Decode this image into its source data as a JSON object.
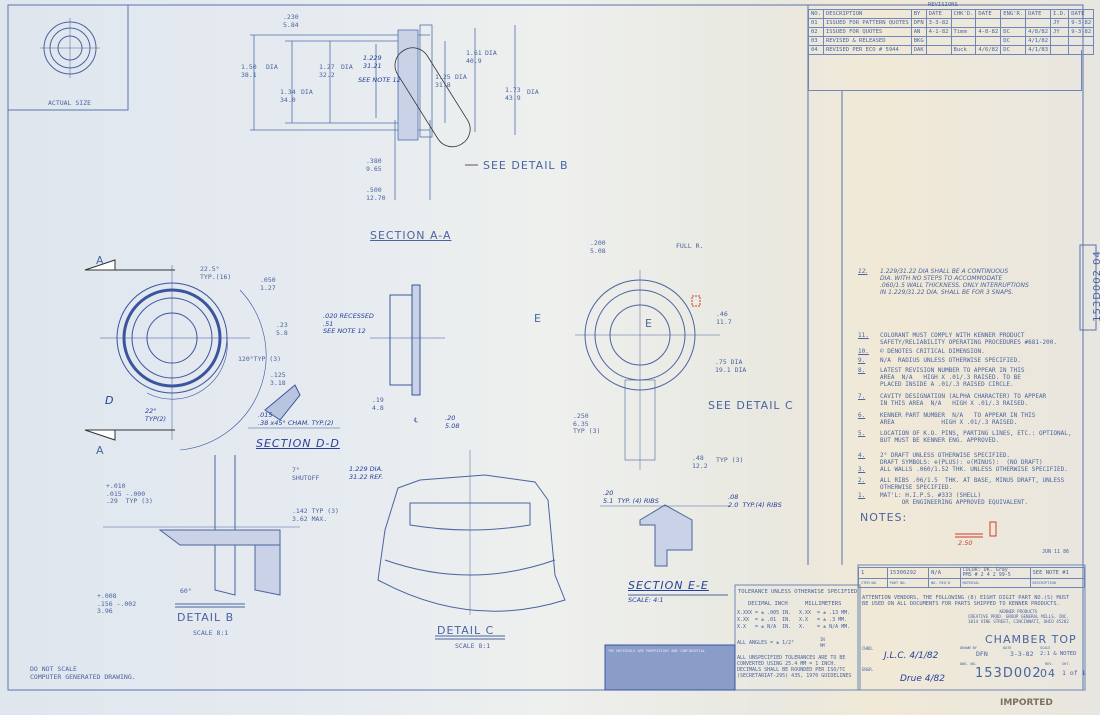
{
  "actual_size_label": "ACTUAL SIZE",
  "revisions": {
    "title": "REVISIONS",
    "headers": [
      "NO.",
      "DESCRIPTION",
      "BY",
      "DATE",
      "CHK'D.",
      "DATE",
      "ENG'R.",
      "DATE",
      "I.D.",
      "DATE"
    ],
    "rows": [
      [
        "01",
        "ISSUED FOR PATTERN QUOTES",
        "DFN",
        "3-3-82",
        "",
        "",
        "",
        "",
        "JY",
        "9-3-82"
      ],
      [
        "02",
        "ISSUED FOR QUOTES",
        "AN",
        "4-1-82",
        "Timm",
        "4-8-82",
        "DC",
        "4/8/82",
        "JY",
        "9-3-82"
      ],
      [
        "03",
        "REVISED & RELEASED",
        "BKG",
        "",
        "",
        "",
        "DC",
        "4/1/82",
        "",
        ""
      ],
      [
        "04",
        "REVISED PER ECO # 5944",
        "DAK",
        "",
        "Buck",
        "4/6/82",
        "DC",
        "4/1/83",
        "",
        ""
      ]
    ]
  },
  "side_part_number": "153D002 04",
  "section_aa": {
    "title": "SECTION A-A",
    "dims": [
      ".230\n5.84",
      "1.50\n38.1",
      "DIA",
      "1.34\n34.0",
      "DIA",
      "1.27\n32.2",
      "DIA",
      "1.229\n31.21",
      "1.25\n31.8",
      "DIA",
      "1.61\n40.9",
      "DIA",
      "1.73\n43.9",
      "DIA",
      ".380\n9.65",
      ".500\n12.70",
      "SEE NOTE 12"
    ],
    "callout": "SEE DETAIL B"
  },
  "front_view": {
    "labels": [
      "A",
      "A",
      "D"
    ],
    "dims": [
      "22.5°\nTYP.(16)",
      ".050\n1.27",
      ".23\n5.8",
      "120°TYP (3)",
      "22°\nTYP(2)"
    ]
  },
  "section_dd": {
    "title": "SECTION D-D",
    "dims": [
      ".125\n3.18",
      ".015\n.38 x45° CHAM. TYP.(2)"
    ]
  },
  "side_view": {
    "dims": [
      ".020 RECESSED\n.51\nSEE NOTE 12",
      ".19\n4.8",
      ".20\n5.08"
    ],
    "cl": "℄"
  },
  "rear_view": {
    "dims": [
      ".200\n5.08",
      "FULL R.",
      ".46\n11.7",
      ".75 DIA\n19.1 DIA",
      ".250\n6.35\nTYP (3)",
      ".48\n12.2",
      "TYP (3)"
    ],
    "labels": [
      "E",
      "E"
    ],
    "callout": "SEE DETAIL C"
  },
  "detail_b": {
    "title": "DETAIL B",
    "scale": "SCALE 8:1",
    "dims": [
      "+.010\n.015 -.000\n.29  TYP (3)",
      "7°\nSHUTOFF",
      ".142 TYP (3)\n3.62 MAX.",
      "+.008\n.156 -.002\n3.96",
      "60°",
      "1.229 DIA.\n31.22 REF."
    ]
  },
  "detail_c": {
    "title": "DETAIL C",
    "scale": "SCALE 8:1"
  },
  "section_ee": {
    "title": "SECTION E-E",
    "scale": "SCALE: 4:1",
    "dims": [
      ".20\n5.1  TYP. (4) RIBS",
      ".08\n2.0  TYP.(4) RIBS"
    ]
  },
  "notes": {
    "heading": "NOTES:",
    "items": [
      {
        "num": "12.",
        "text": "1.229/31.22 DIA SHALL BE A CONTINUOUS\nDIA. WITH NO STEPS TO ACCOMMODATE\n.060/1.5 WALL THICKNESS. ONLY INTERRUPTIONS\nIN 1.229/31.22 DIA. SHALL BE FOR 3 SNAPS."
      },
      {
        "num": "11.",
        "text": "COLORANT MUST COMPLY WITH KENNER PRODUCT\nSAFETY/RELIABILITY OPERATING PROCEDURES #681-200."
      },
      {
        "num": "10.",
        "text": "© DENOTES CRITICAL DIMENSION."
      },
      {
        "num": "9.",
        "text": "N/A  RADIUS UNLESS OTHERWISE SPECIFIED."
      },
      {
        "num": "8.",
        "text": "LATEST REVISION NUMBER TO APPEAR IN THIS\nAREA  N/A   HIGH X .01/.3 RAISED. TO BE\nPLACED INSIDE A .01/.3 RAISED CIRCLE."
      },
      {
        "num": "7.",
        "text": "CAVITY DESIGNATION (ALPHA CHARACTER) TO APPEAR\nIN THIS AREA  N/A   HIGH X .01/.3 RAISED."
      },
      {
        "num": "6.",
        "text": "KENNER PART NUMBER  N/A   TO APPEAR IN THIS\nAREA             HIGH X .01/.3 RAISED."
      },
      {
        "num": "5.",
        "text": "LOCATION OF K.O. PINS, PARTING LINES, ETC.: OPTIONAL,\nBUT MUST BE KENNER ENG. APPROVED."
      },
      {
        "num": "4.",
        "text": "2° DRAFT UNLESS OTHERWISE SPECIFIED.\nDRAFT SYMBOLS: ⊕(PLUS): ⊖(MINUS):  (NO DRAFT)"
      },
      {
        "num": "3.",
        "text": "ALL WALLS .060/1.52 THK. UNLESS OTHERWISE SPECIFIED."
      },
      {
        "num": "2.",
        "text": "ALL RIBS .06/1.5  THK. AT BASE, MINUS DRAFT, UNLESS\nOTHERWISE SPECIFIED."
      },
      {
        "num": "1.",
        "text": "MAT'L: H.I.P.S. #333 (SHELL)\n      OR ENGINEERING APPROVED EQUIVALENT."
      }
    ],
    "red_mark": "2.50",
    "stamp_date": "JUN 11 86"
  },
  "parts_list": {
    "row": [
      "1",
      "15300292",
      "N/A",
      "COLOR: DK. Gray\nPMS # 2 4 2 99-5",
      "SEE NOTE #1"
    ],
    "headers": [
      "ITEM NO.",
      "PART NO.",
      "NO. REQ'D",
      "MATERIAL",
      "DESCRIPTION"
    ]
  },
  "tolerance": {
    "title": "TOLERANCE UNLESS OTHERWISE SPECIFIED",
    "inch_header": "DECIMAL INCH",
    "mm_header": "MILLIMETERS",
    "rows": [
      [
        "X.XXX = ± .005 IN.",
        "X.XX  = ± .13 MM."
      ],
      [
        "X.XX  = ± .01  IN.",
        "X.X   = ± .3 MM."
      ],
      [
        "X.X   = ± N/A  IN.",
        "X.    = ± N/A MM."
      ]
    ],
    "angles": "ALL ANGLES = ± 1/2°",
    "angle_in": "IN",
    "angle_mm": "MM",
    "conversion": "ALL UNSPECIFIED TOLERANCES ARE TO BE\nCONVERTED USING 25.4 MM = 1 INCH.\nDECIMALS SHALL BE ROUNDED PER ISO/TC\n(SECRETARIAT-295) 435, 1970 GUIDELINES"
  },
  "title_block": {
    "attention": "ATTENTION VENDORS, THE FOLLOWING (8) EIGHT DIGIT PART NO.(S) MUST\nBE USED ON ALL DOCUMENTS FOR PARTS SHIPPED TO KENNER PRODUCTS.",
    "company": "KENNER PRODUCTS\nCREATIVE PROD. GROUP GENERAL MILLS, INC.\n1014 VINE STREET, CINCINNATI, OHIO 45202",
    "part_name": "CHAMBER TOP",
    "drawn_by_label": "DRAWN BY",
    "drawn_by": "DFN",
    "date_label": "DATE",
    "date": "3-3-82",
    "scale_label": "SCALE",
    "scale": "2:1 & NOTED",
    "dwg_no_label": "DWG. NO.",
    "dwg_no": "153D002",
    "rev_label": "REV.",
    "rev": "04",
    "sheet_label": "SHT.",
    "sheet": "1 of 1",
    "signature_1": "J.L.C. 4/1/82",
    "signature_2": "Drue 4/82",
    "approved_label": "ENGR.",
    "checked_label": "CHKD."
  },
  "disclaimer": "THE MATERIALS ARE PROPRIETARY AND CONFIDENTIAL",
  "footer_note": "DO NOT SCALE\nCOMPUTER GENERATED DRAWING.",
  "imported_stamp": "IMPORTED",
  "colors": {
    "ink": "#3d5a9a",
    "red": "#d23a2a",
    "paper": "#e6ebf0"
  }
}
